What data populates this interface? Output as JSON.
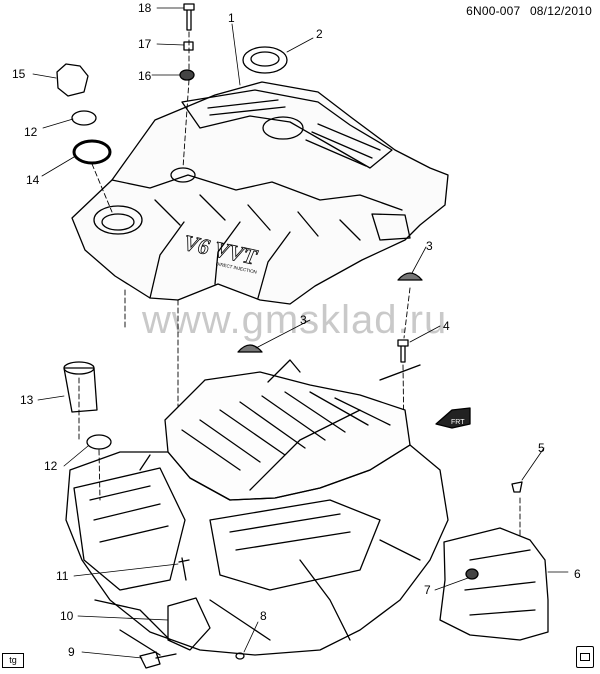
{
  "header": {
    "diagram_id": "6N00-007",
    "date": "08/12/2010"
  },
  "watermark": "www.gmsklad.ru",
  "engine_badge": {
    "main": "V6 VVT",
    "sub": "DIRECT INJECTION"
  },
  "callouts": [
    {
      "id": "c18",
      "text": "18"
    },
    {
      "id": "c1",
      "text": "1"
    },
    {
      "id": "c17",
      "text": "17"
    },
    {
      "id": "c2",
      "text": "2"
    },
    {
      "id": "c16",
      "text": "16"
    },
    {
      "id": "c15",
      "text": "15"
    },
    {
      "id": "c12a",
      "text": "12"
    },
    {
      "id": "c14",
      "text": "14"
    },
    {
      "id": "c3a",
      "text": "3"
    },
    {
      "id": "c3b",
      "text": "3"
    },
    {
      "id": "c4",
      "text": "4"
    },
    {
      "id": "c13",
      "text": "13"
    },
    {
      "id": "c12b",
      "text": "12"
    },
    {
      "id": "c5",
      "text": "5"
    },
    {
      "id": "c11",
      "text": "11"
    },
    {
      "id": "c7",
      "text": "7"
    },
    {
      "id": "c6",
      "text": "6"
    },
    {
      "id": "c10",
      "text": "10"
    },
    {
      "id": "c8",
      "text": "8"
    },
    {
      "id": "c9",
      "text": "9"
    }
  ],
  "front_arrow": "FRT",
  "footer_badge": "tg"
}
